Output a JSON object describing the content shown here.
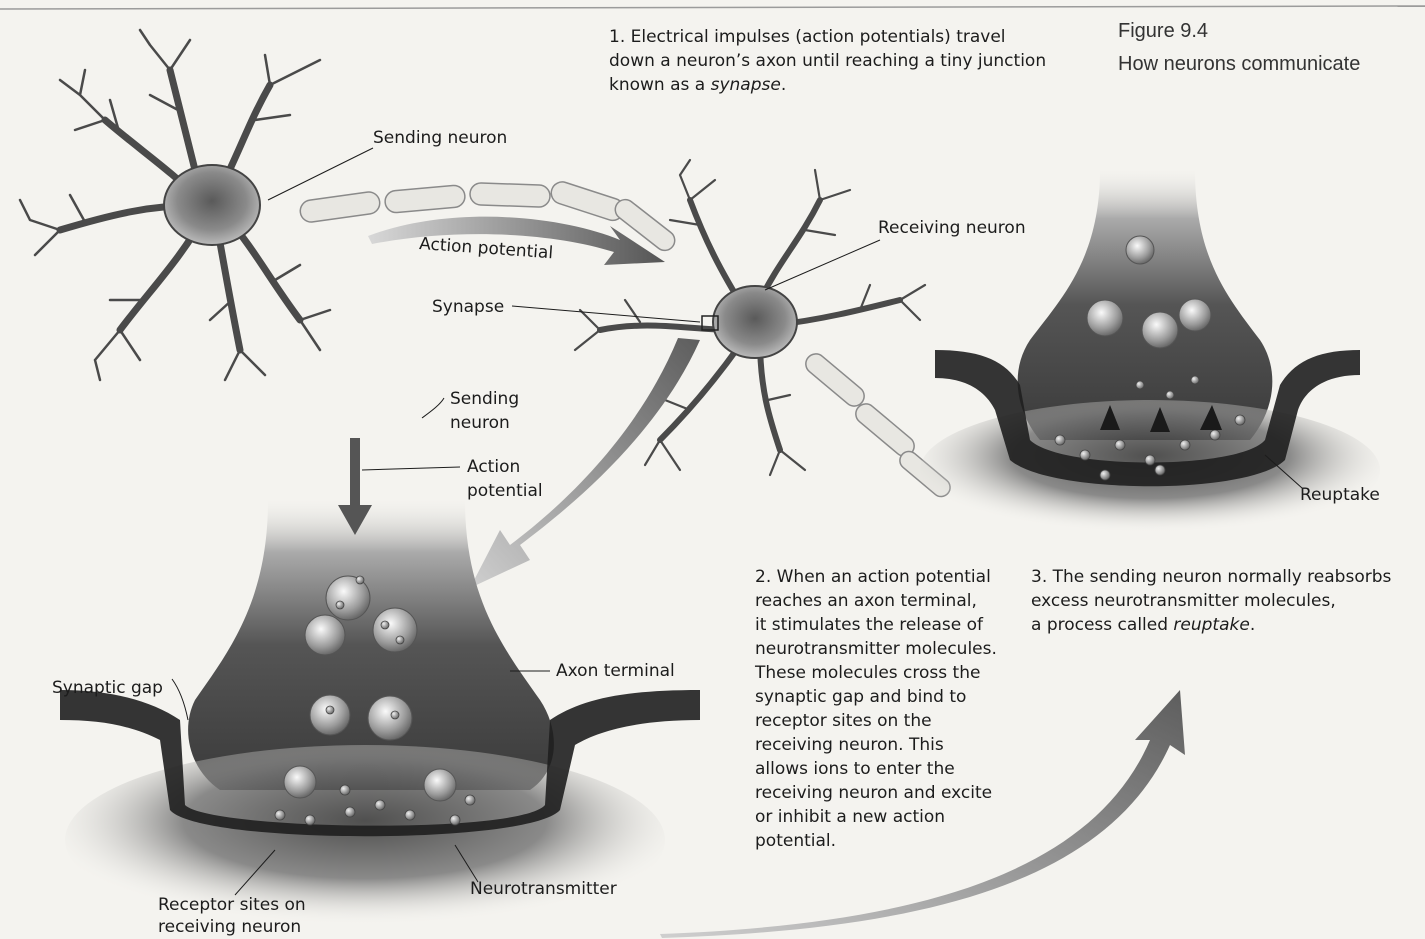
{
  "figure": {
    "number": "Figure 9.4",
    "title": "How neurons communicate"
  },
  "captions": {
    "step1": {
      "lines": [
        "1. Electrical impulses (action potentials) travel",
        "down a neuron’s axon until reaching a tiny junction",
        "known as a "
      ],
      "italic": "synapse",
      "end": "."
    },
    "step2": {
      "lines": [
        "2. When an action potential",
        "reaches an axon terminal,",
        "it stimulates the release of",
        "neurotransmitter molecules.",
        "These molecules cross the",
        "synaptic gap and bind to",
        "receptor sites on the",
        "receiving neuron. This",
        "allows ions to enter the",
        "receiving neuron and excite",
        "or inhibit a new action",
        "potential."
      ]
    },
    "step3": {
      "lines": [
        "3. The sending neuron normally reabsorbs",
        "excess neurotransmitter molecules,",
        "a process called "
      ],
      "italic": "reuptake",
      "end": "."
    }
  },
  "labels": {
    "sending_neuron_top": "Sending neuron",
    "action_potential_top": "Action potential",
    "receiving_neuron": "Receiving neuron",
    "synapse": "Synapse",
    "sending_neuron_mid_1": "Sending",
    "sending_neuron_mid_2": "neuron",
    "action_potential_mid_1": "Action",
    "action_potential_mid_2": "potential",
    "axon_terminal": "Axon terminal",
    "synaptic_gap": "Synaptic gap",
    "receptor_sites_1": "Receptor sites on",
    "receptor_sites_2": "receiving neuron",
    "neurotransmitter": "Neurotransmitter",
    "reuptake": "Reuptake"
  }
}
